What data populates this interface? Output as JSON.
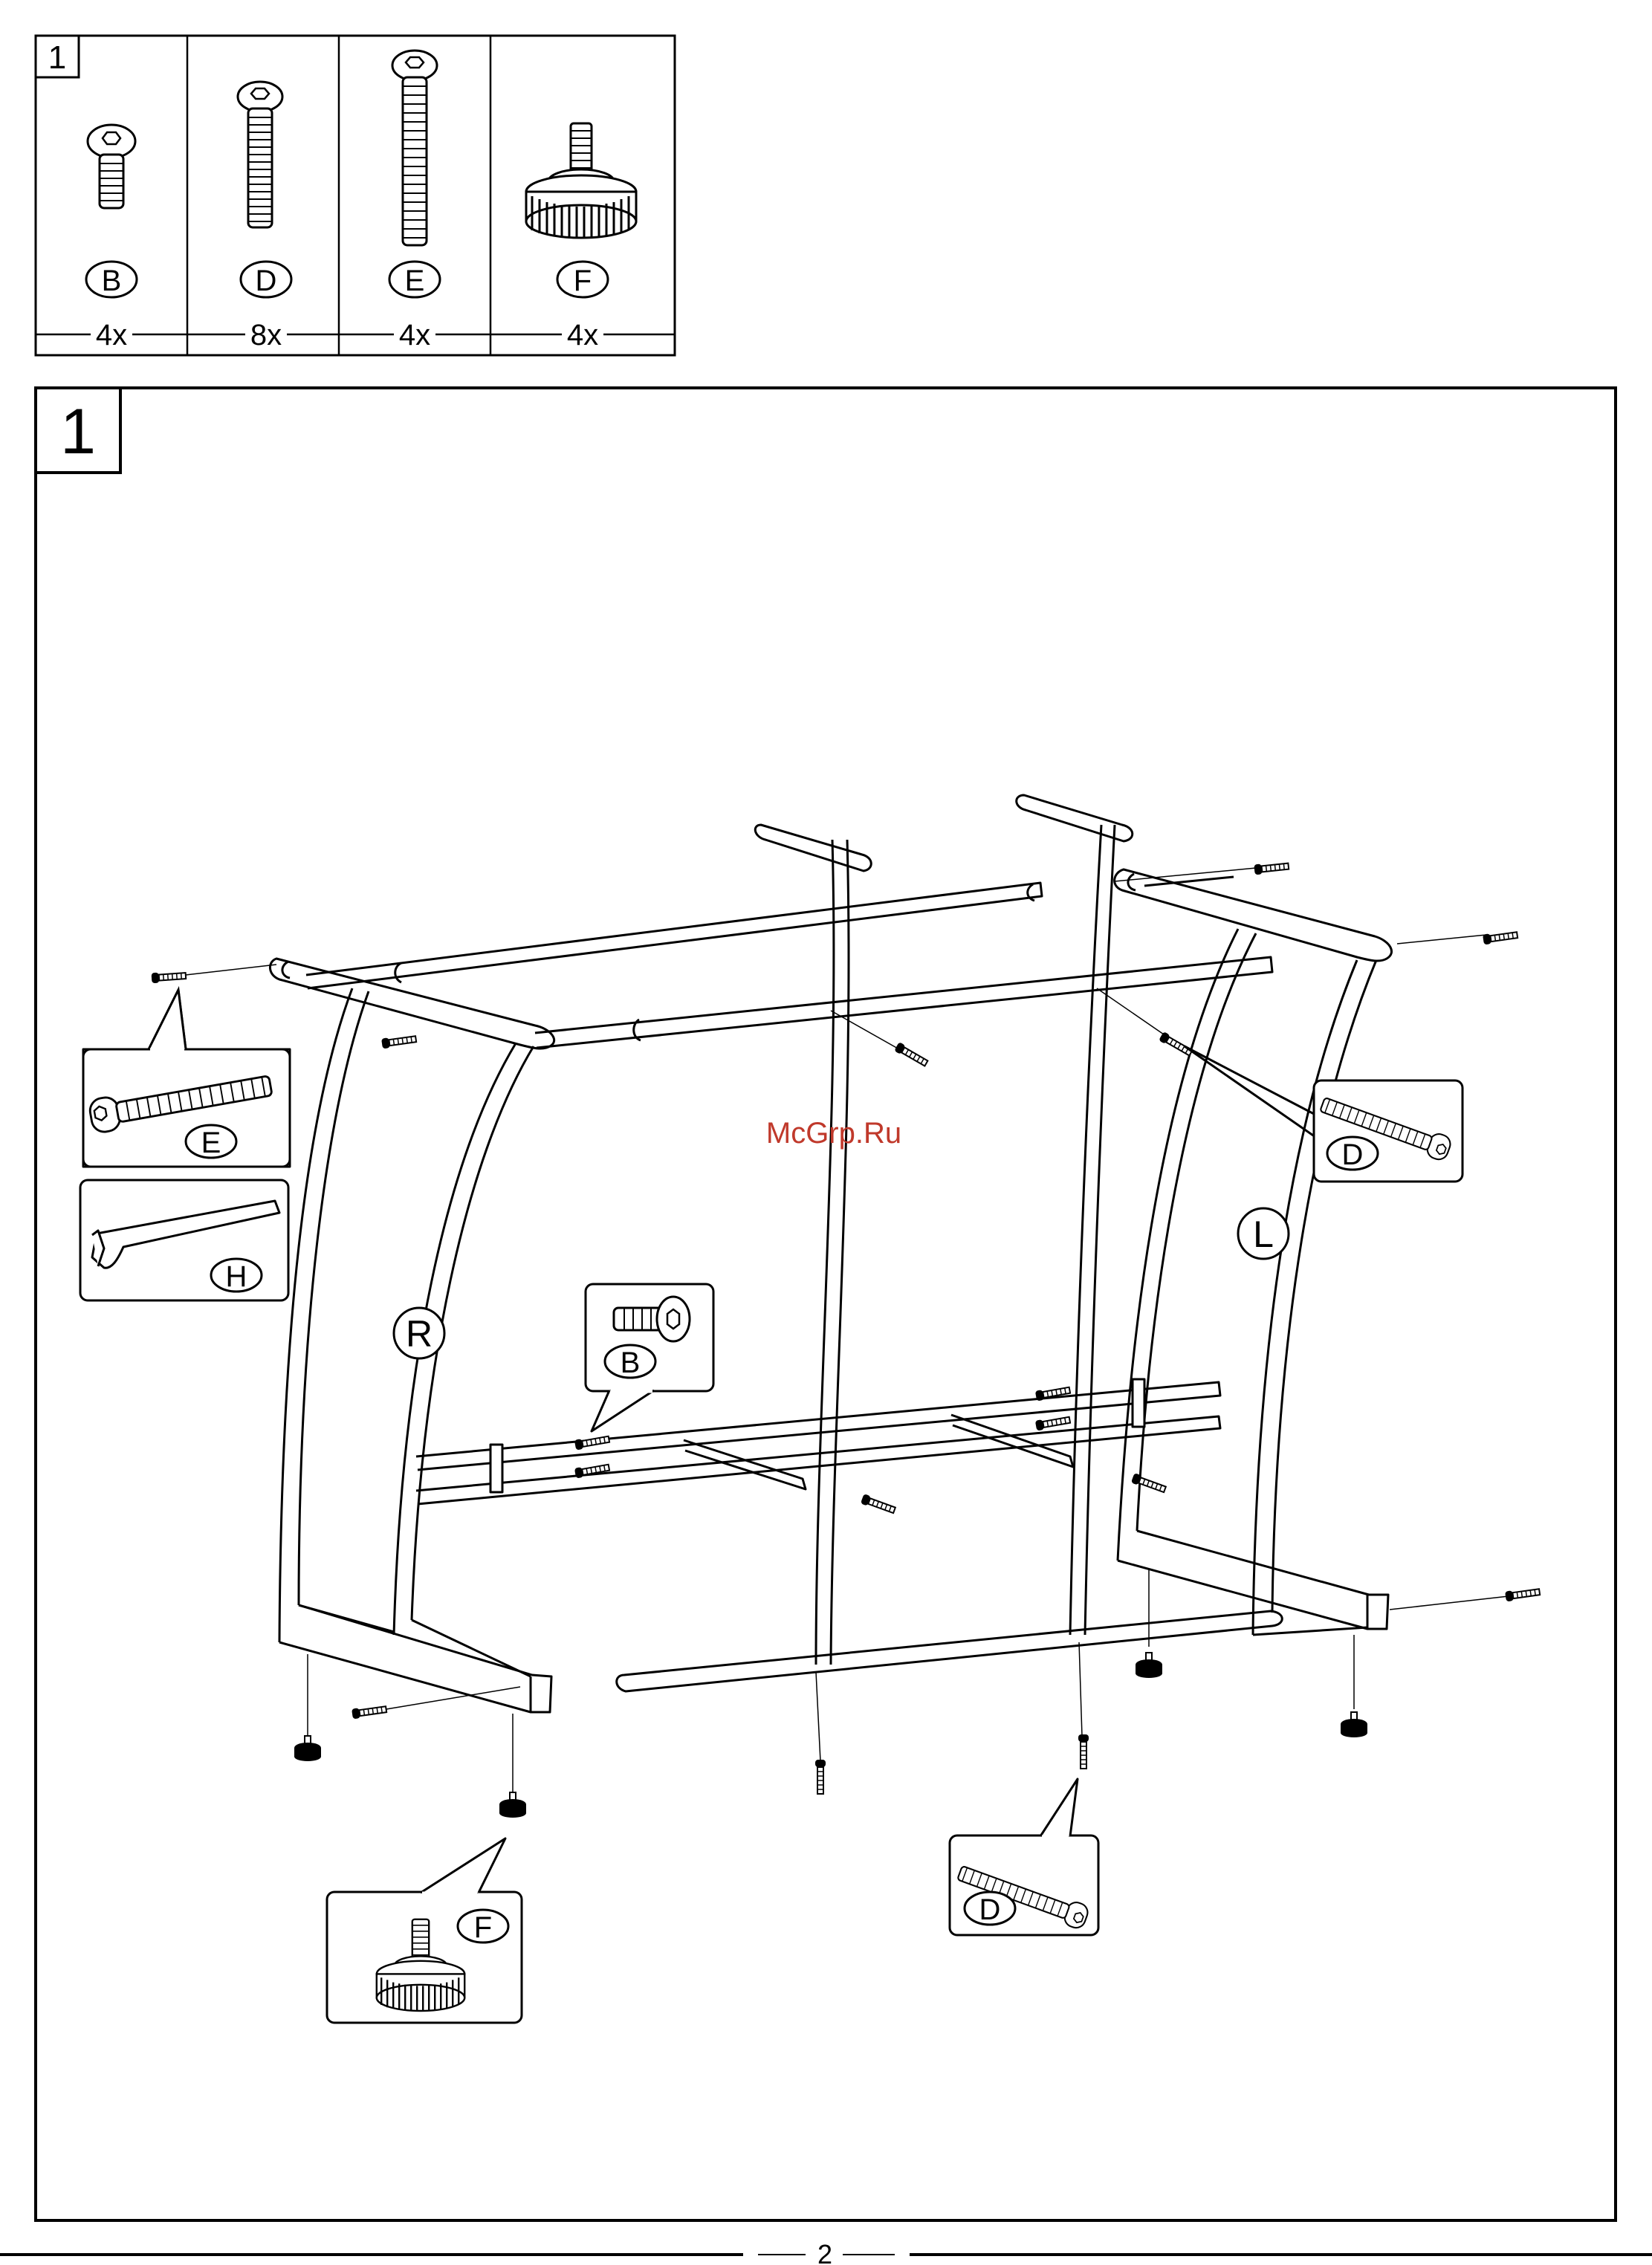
{
  "parts_table": {
    "step": "1",
    "parts": [
      {
        "letter": "B",
        "qty": "4x",
        "icon": "short-hex-bolt-icon"
      },
      {
        "letter": "D",
        "qty": "8x",
        "icon": "medium-hex-bolt-icon"
      },
      {
        "letter": "E",
        "qty": "4x",
        "icon": "long-hex-bolt-icon"
      },
      {
        "letter": "F",
        "qty": "4x",
        "icon": "adjustable-foot-icon"
      }
    ]
  },
  "main_panel": {
    "step": "1",
    "watermark": "McGrp.Ru",
    "frame_labels": {
      "right": "R",
      "left": "L"
    },
    "callouts": {
      "bolt_e": "E",
      "hex_key": "H",
      "bolt_b": "B",
      "bolt_d_top": "D",
      "bolt_d_bottom": "D",
      "foot_f": "F"
    }
  },
  "footer": {
    "page_number": "2"
  },
  "colors": {
    "ink": "#000000",
    "watermark": "#c0392b",
    "paper": "#ffffff"
  }
}
